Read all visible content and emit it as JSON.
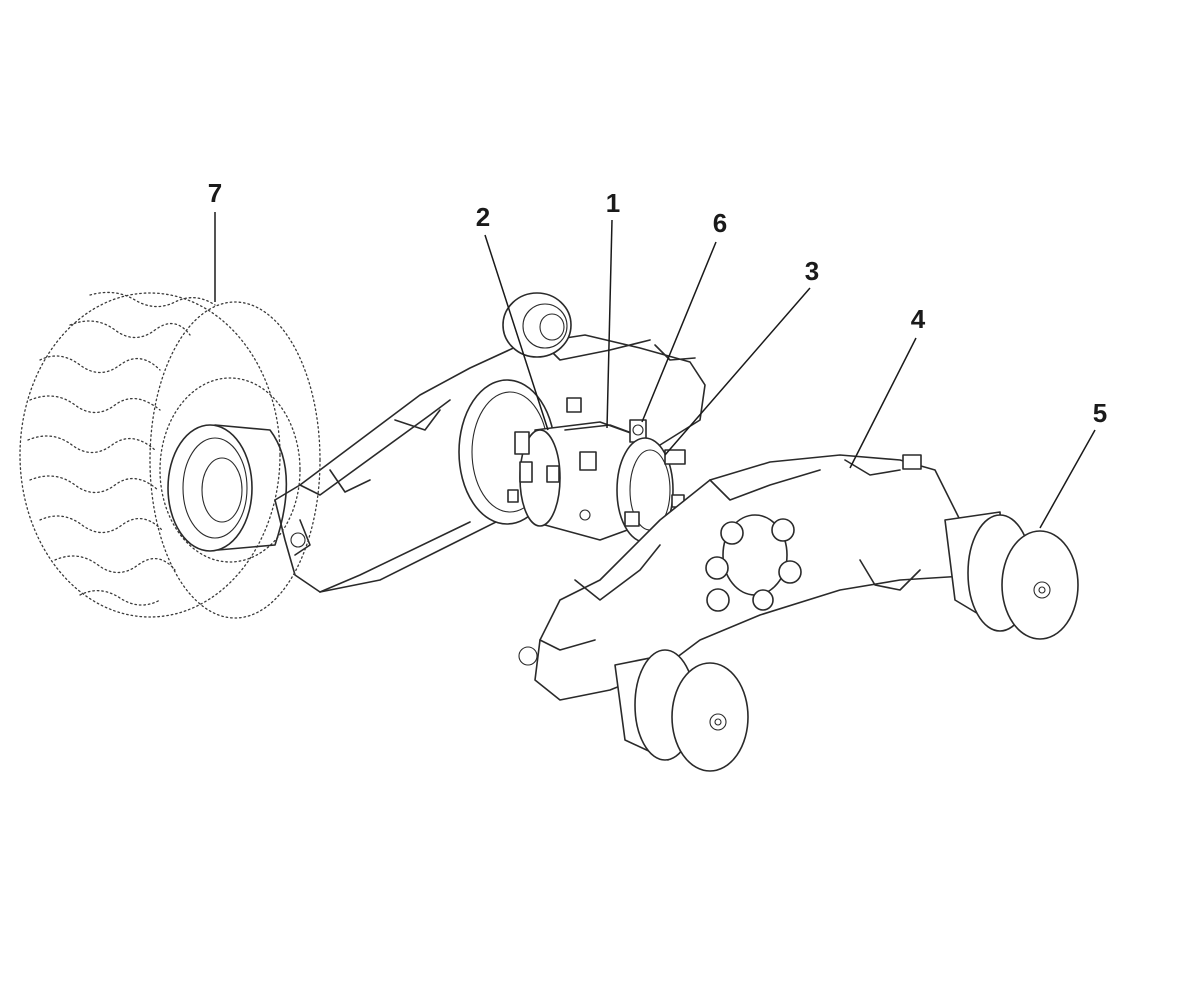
{
  "callouts": [
    {
      "label": "7"
    },
    {
      "label": "2"
    },
    {
      "label": "1"
    },
    {
      "label": "6"
    },
    {
      "label": "3"
    },
    {
      "label": "4"
    },
    {
      "label": "5"
    }
  ],
  "colors": {
    "line": "#2a2a2a",
    "background": "#ffffff"
  }
}
